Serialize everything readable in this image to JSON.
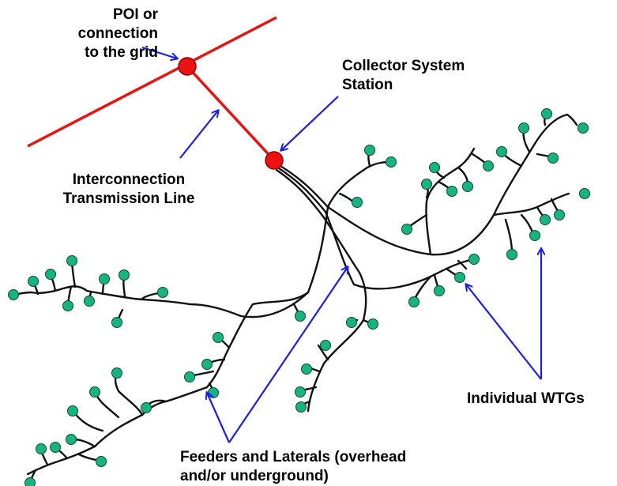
{
  "labels": {
    "poi": [
      "POI or",
      "connection",
      "to the grid"
    ],
    "collector": [
      "Collector System",
      "Station"
    ],
    "interconnection": [
      "Interconnection",
      "Transmission Line"
    ],
    "wtgs": [
      "Individual WTGs"
    ],
    "feeders": [
      "Feeders and Laterals (overhead",
      "and/or underground)"
    ]
  },
  "colors": {
    "transmission": "#ee1111",
    "station": "#ee1111",
    "feeder": "#111111",
    "turbine_fill": "#16b57f",
    "turbine_stroke": "#0b4a34",
    "arrow": "#1a1aff"
  }
}
